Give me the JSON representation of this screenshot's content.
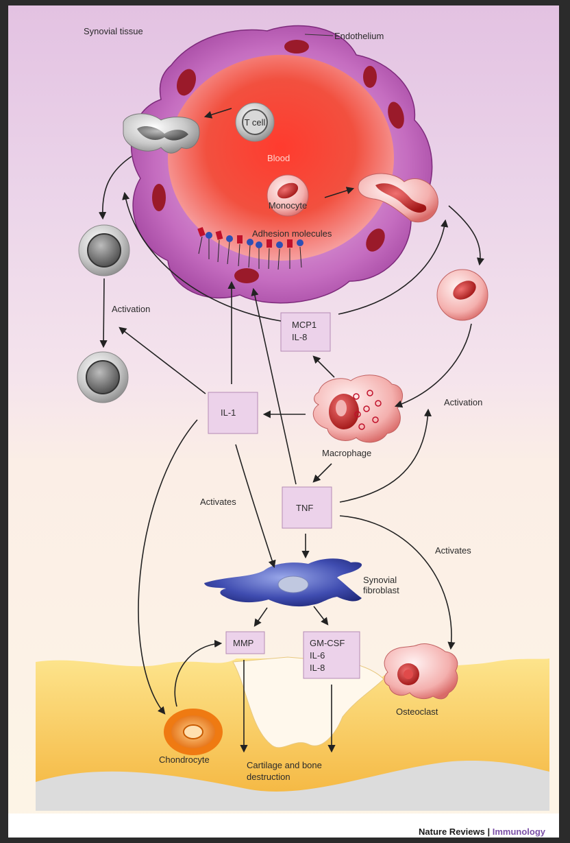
{
  "labels": {
    "synovial_tissue": "Synovial tissue",
    "endothelium": "Endothelium",
    "t_cell": "T cell",
    "blood": "Blood",
    "monocyte": "Monocyte",
    "adhesion_molecules": "Adhesion molecules",
    "activation_left": "Activation",
    "activation_right": "Activation",
    "macrophage": "Macrophage",
    "activates_left": "Activates",
    "activates_right": "Activates",
    "synovial_fibroblast_line1": "Synovial",
    "synovial_fibroblast_line2": "fibroblast",
    "osteoclast": "Osteoclast",
    "chondrocyte": "Chondrocyte",
    "destruction_line1": "Cartilage and bone",
    "destruction_line2": "destruction"
  },
  "boxes": {
    "mcp1_line1": "MCP1",
    "mcp1_line2": "IL-8",
    "il1": "IL-1",
    "tnf": "TNF",
    "mmp": "MMP",
    "gmcsf_line1": "GM-CSF",
    "gmcsf_line2": "IL-6",
    "gmcsf_line3": "IL-8"
  },
  "credit": {
    "journal": "Nature Reviews",
    "separator": " | ",
    "section": "Immunology"
  },
  "colors": {
    "box_fill": "#ecd2ea",
    "box_stroke": "#b48ab4",
    "credit_accent": "#7a4fa6"
  }
}
